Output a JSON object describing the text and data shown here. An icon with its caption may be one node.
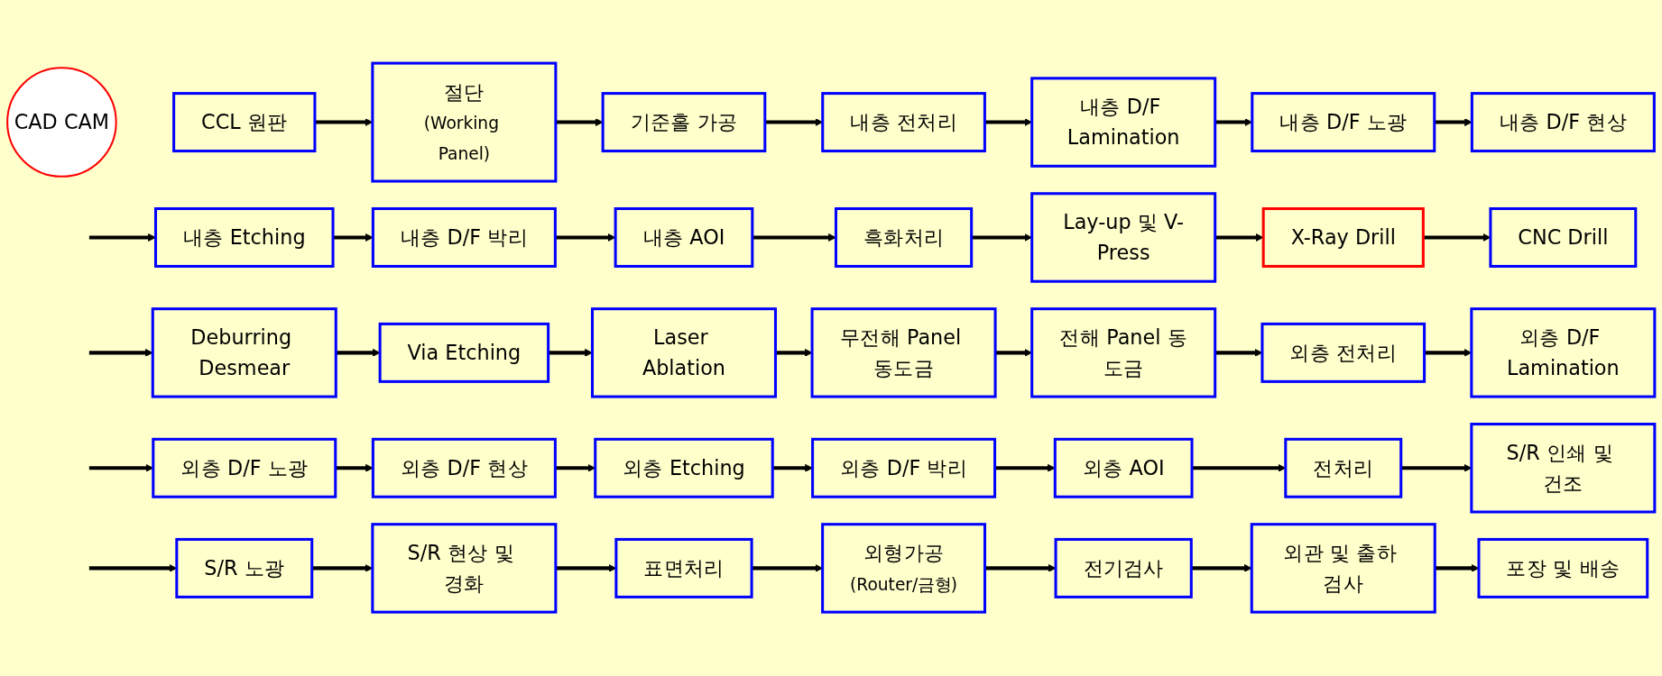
{
  "diagram": {
    "nodes": [
      {
        "text": [
          "CAD CAM"
        ]
      },
      {
        "text": [
          "CCL 원판"
        ]
      },
      {
        "text": [
          "절단",
          "(Working Panel)"
        ]
      },
      {
        "text": [
          "기준홀 가공"
        ]
      },
      {
        "text": [
          "내층 전처리"
        ]
      },
      {
        "text": [
          "내층 D/F Lamination"
        ]
      },
      {
        "text": [
          "내층 D/F 노광"
        ]
      },
      {
        "text": [
          "내층 D/F 현상"
        ]
      },
      {
        "text": [
          "내층 Etching"
        ]
      },
      {
        "text": [
          "내층 D/F 박리"
        ]
      },
      {
        "text": [
          "내층 AOI"
        ]
      },
      {
        "text": [
          "흑화처리"
        ]
      },
      {
        "text": [
          "Lay-up 및 V-Press"
        ]
      },
      {
        "text": [
          "X-Ray Drill"
        ]
      },
      {
        "text": [
          "CNC Drill"
        ]
      },
      {
        "text": [
          "Deburring Desmear"
        ]
      },
      {
        "text": [
          "Via Etching"
        ]
      },
      {
        "text": [
          "Laser Ablation"
        ]
      },
      {
        "text": [
          "무전해 Panel 동도금"
        ]
      },
      {
        "text": [
          "전해 Panel 동도금"
        ]
      },
      {
        "text": [
          "외층 전처리"
        ]
      },
      {
        "text": [
          "외층 D/F Lamination"
        ]
      },
      {
        "text": [
          "외층 D/F 노광"
        ]
      },
      {
        "text": [
          "외층 D/F 현상"
        ]
      },
      {
        "text": [
          "외층 Etching"
        ]
      },
      {
        "text": [
          "외층 D/F 박리"
        ]
      },
      {
        "text": [
          "외층 AOI"
        ]
      },
      {
        "text": [
          "전처리"
        ]
      },
      {
        "text": [
          "S/R 인쇄 및 건조"
        ]
      },
      {
        "text": [
          "S/R 노광"
        ]
      },
      {
        "text": [
          "S/R 현상 및 경화"
        ]
      },
      {
        "text": [
          "표면처리"
        ]
      },
      {
        "text": [
          "외형가공",
          "(Router/금형)"
        ]
      },
      {
        "text": [
          "전기검사"
        ]
      },
      {
        "text": [
          "외관 및 출하 검사"
        ]
      },
      {
        "text": [
          "포장 및 배송"
        ]
      }
    ],
    "edges": [
      {
        "from": 1,
        "to": 2,
        "arrow": "to"
      },
      {
        "from": 2,
        "to": 3,
        "arrow": "to"
      },
      {
        "from": 3,
        "to": 4,
        "arrow": "to"
      },
      {
        "from": 4,
        "to": 5,
        "arrow": "to"
      },
      {
        "from": 5,
        "to": 6,
        "arrow": "to"
      },
      {
        "from": 6,
        "to": 7,
        "arrow": "to"
      },
      {
        "from": null,
        "to": 8,
        "arrow": "to"
      },
      {
        "from": 8,
        "to": 9,
        "arrow": "to"
      },
      {
        "from": 9,
        "to": 10,
        "arrow": "to"
      },
      {
        "from": 10,
        "to": 11,
        "arrow": "to"
      },
      {
        "from": 11,
        "to": 12,
        "arrow": "to"
      },
      {
        "from": 12,
        "to": 13,
        "arrow": "to"
      },
      {
        "from": 13,
        "to": 14,
        "arrow": "to"
      },
      {
        "from": null,
        "to": 15,
        "arrow": "to"
      },
      {
        "from": 15,
        "to": 16,
        "arrow": "to"
      },
      {
        "from": 16,
        "to": 17,
        "arrow": "to"
      },
      {
        "from": 17,
        "to": 18,
        "arrow": "to"
      },
      {
        "from": 18,
        "to": 19,
        "arrow": "to"
      },
      {
        "from": 19,
        "to": 20,
        "arrow": "to"
      },
      {
        "from": 20,
        "to": 21,
        "arrow": "to"
      },
      {
        "from": null,
        "to": 22,
        "arrow": "to"
      },
      {
        "from": 22,
        "to": 23,
        "arrow": "to"
      },
      {
        "from": 23,
        "to": 24,
        "arrow": "to"
      },
      {
        "from": 24,
        "to": 25,
        "arrow": "to"
      },
      {
        "from": 25,
        "to": 26,
        "arrow": "to"
      },
      {
        "from": 26,
        "to": 27,
        "arrow": "to"
      },
      {
        "from": 27,
        "to": 28,
        "arrow": "to"
      },
      {
        "from": null,
        "to": 29,
        "arrow": "to"
      },
      {
        "from": 29,
        "to": 30,
        "arrow": "to"
      },
      {
        "from": 30,
        "to": 31,
        "arrow": "to"
      },
      {
        "from": 31,
        "to": 32,
        "arrow": "to"
      },
      {
        "from": 32,
        "to": 33,
        "arrow": "to"
      },
      {
        "from": 33,
        "to": 34,
        "arrow": "to"
      },
      {
        "from": 34,
        "to": 35,
        "arrow": "to"
      }
    ]
  }
}
